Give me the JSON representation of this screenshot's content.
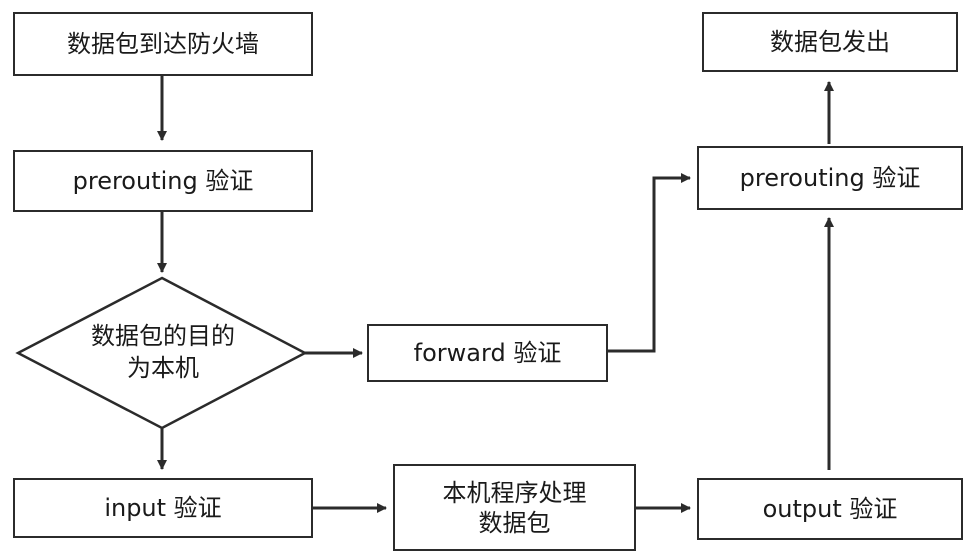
{
  "nodes": {
    "arrive": "数据包到达防火墙",
    "prerouting_left": "prerouting 验证",
    "decision_line1": "数据包的目的",
    "decision_line2": "为本机",
    "forward": "forward 验证",
    "input": "input 验证",
    "local_line1": "本机程序处理",
    "local_line2": "数据包",
    "output": "output 验证",
    "prerouting_right": "prerouting 验证",
    "send_out": "数据包发出"
  },
  "colors": {
    "stroke": "#2b2b2b",
    "fill": "#ffffff"
  }
}
